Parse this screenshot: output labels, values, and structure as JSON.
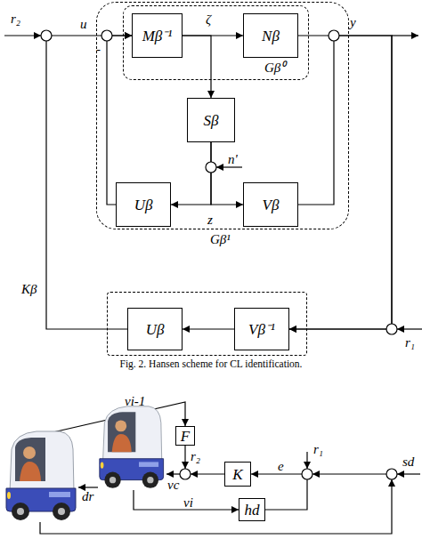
{
  "diagram": {
    "caption": "Fig. 2. Hansen scheme for CL identification.",
    "nodes": [
      {
        "text": [
          "Gβ¹"
        ]
      },
      {
        "text": [
          "Gβ⁰"
        ],
        "in": 0
      },
      {
        "text": [
          "Mβ⁻¹"
        ],
        "in": 1
      },
      {
        "text": [
          "Nβ"
        ],
        "in": 1
      },
      {
        "text": [
          "Sβ"
        ],
        "in": 0
      },
      {
        "text": [
          "Uβ"
        ],
        "in": 0
      },
      {
        "text": [
          "Vβ"
        ],
        "in": 0
      },
      {
        "text": [
          "Kβ"
        ]
      },
      {
        "text": [
          "Uβ"
        ],
        "in": 7
      },
      {
        "text": [
          "Vβ⁻¹"
        ],
        "in": 7
      },
      {
        "text": [
          "F"
        ]
      },
      {
        "text": [
          "K"
        ]
      },
      {
        "text": [
          "hd"
        ]
      }
    ],
    "edges": [
      {
        "from": 5,
        "to": 2,
        "arrow": "to"
      },
      {
        "from": 2,
        "to": 3,
        "label": "ζ",
        "arrow": "to"
      },
      {
        "from": 2,
        "to": 4,
        "arrow": "to"
      },
      {
        "from": 4,
        "to": 5,
        "arrow": "to"
      },
      {
        "from": 4,
        "to": 6,
        "arrow": "to"
      },
      {
        "from": 3,
        "to": 9,
        "arrow": "to"
      },
      {
        "from": 6,
        "to": 9,
        "arrow": "to"
      },
      {
        "from": 9,
        "to": 8,
        "arrow": "to"
      },
      {
        "from": 8,
        "to": 2,
        "arrow": "to"
      },
      {
        "from": 12,
        "to": 11,
        "label": "e",
        "arrow": "to"
      }
    ],
    "labels": [
      "r₂",
      "u",
      "-",
      "y",
      "n'",
      "z",
      "r₁",
      "vi-1",
      "r₂",
      "vc",
      "r₁",
      "sd",
      "vi",
      "dr"
    ]
  }
}
